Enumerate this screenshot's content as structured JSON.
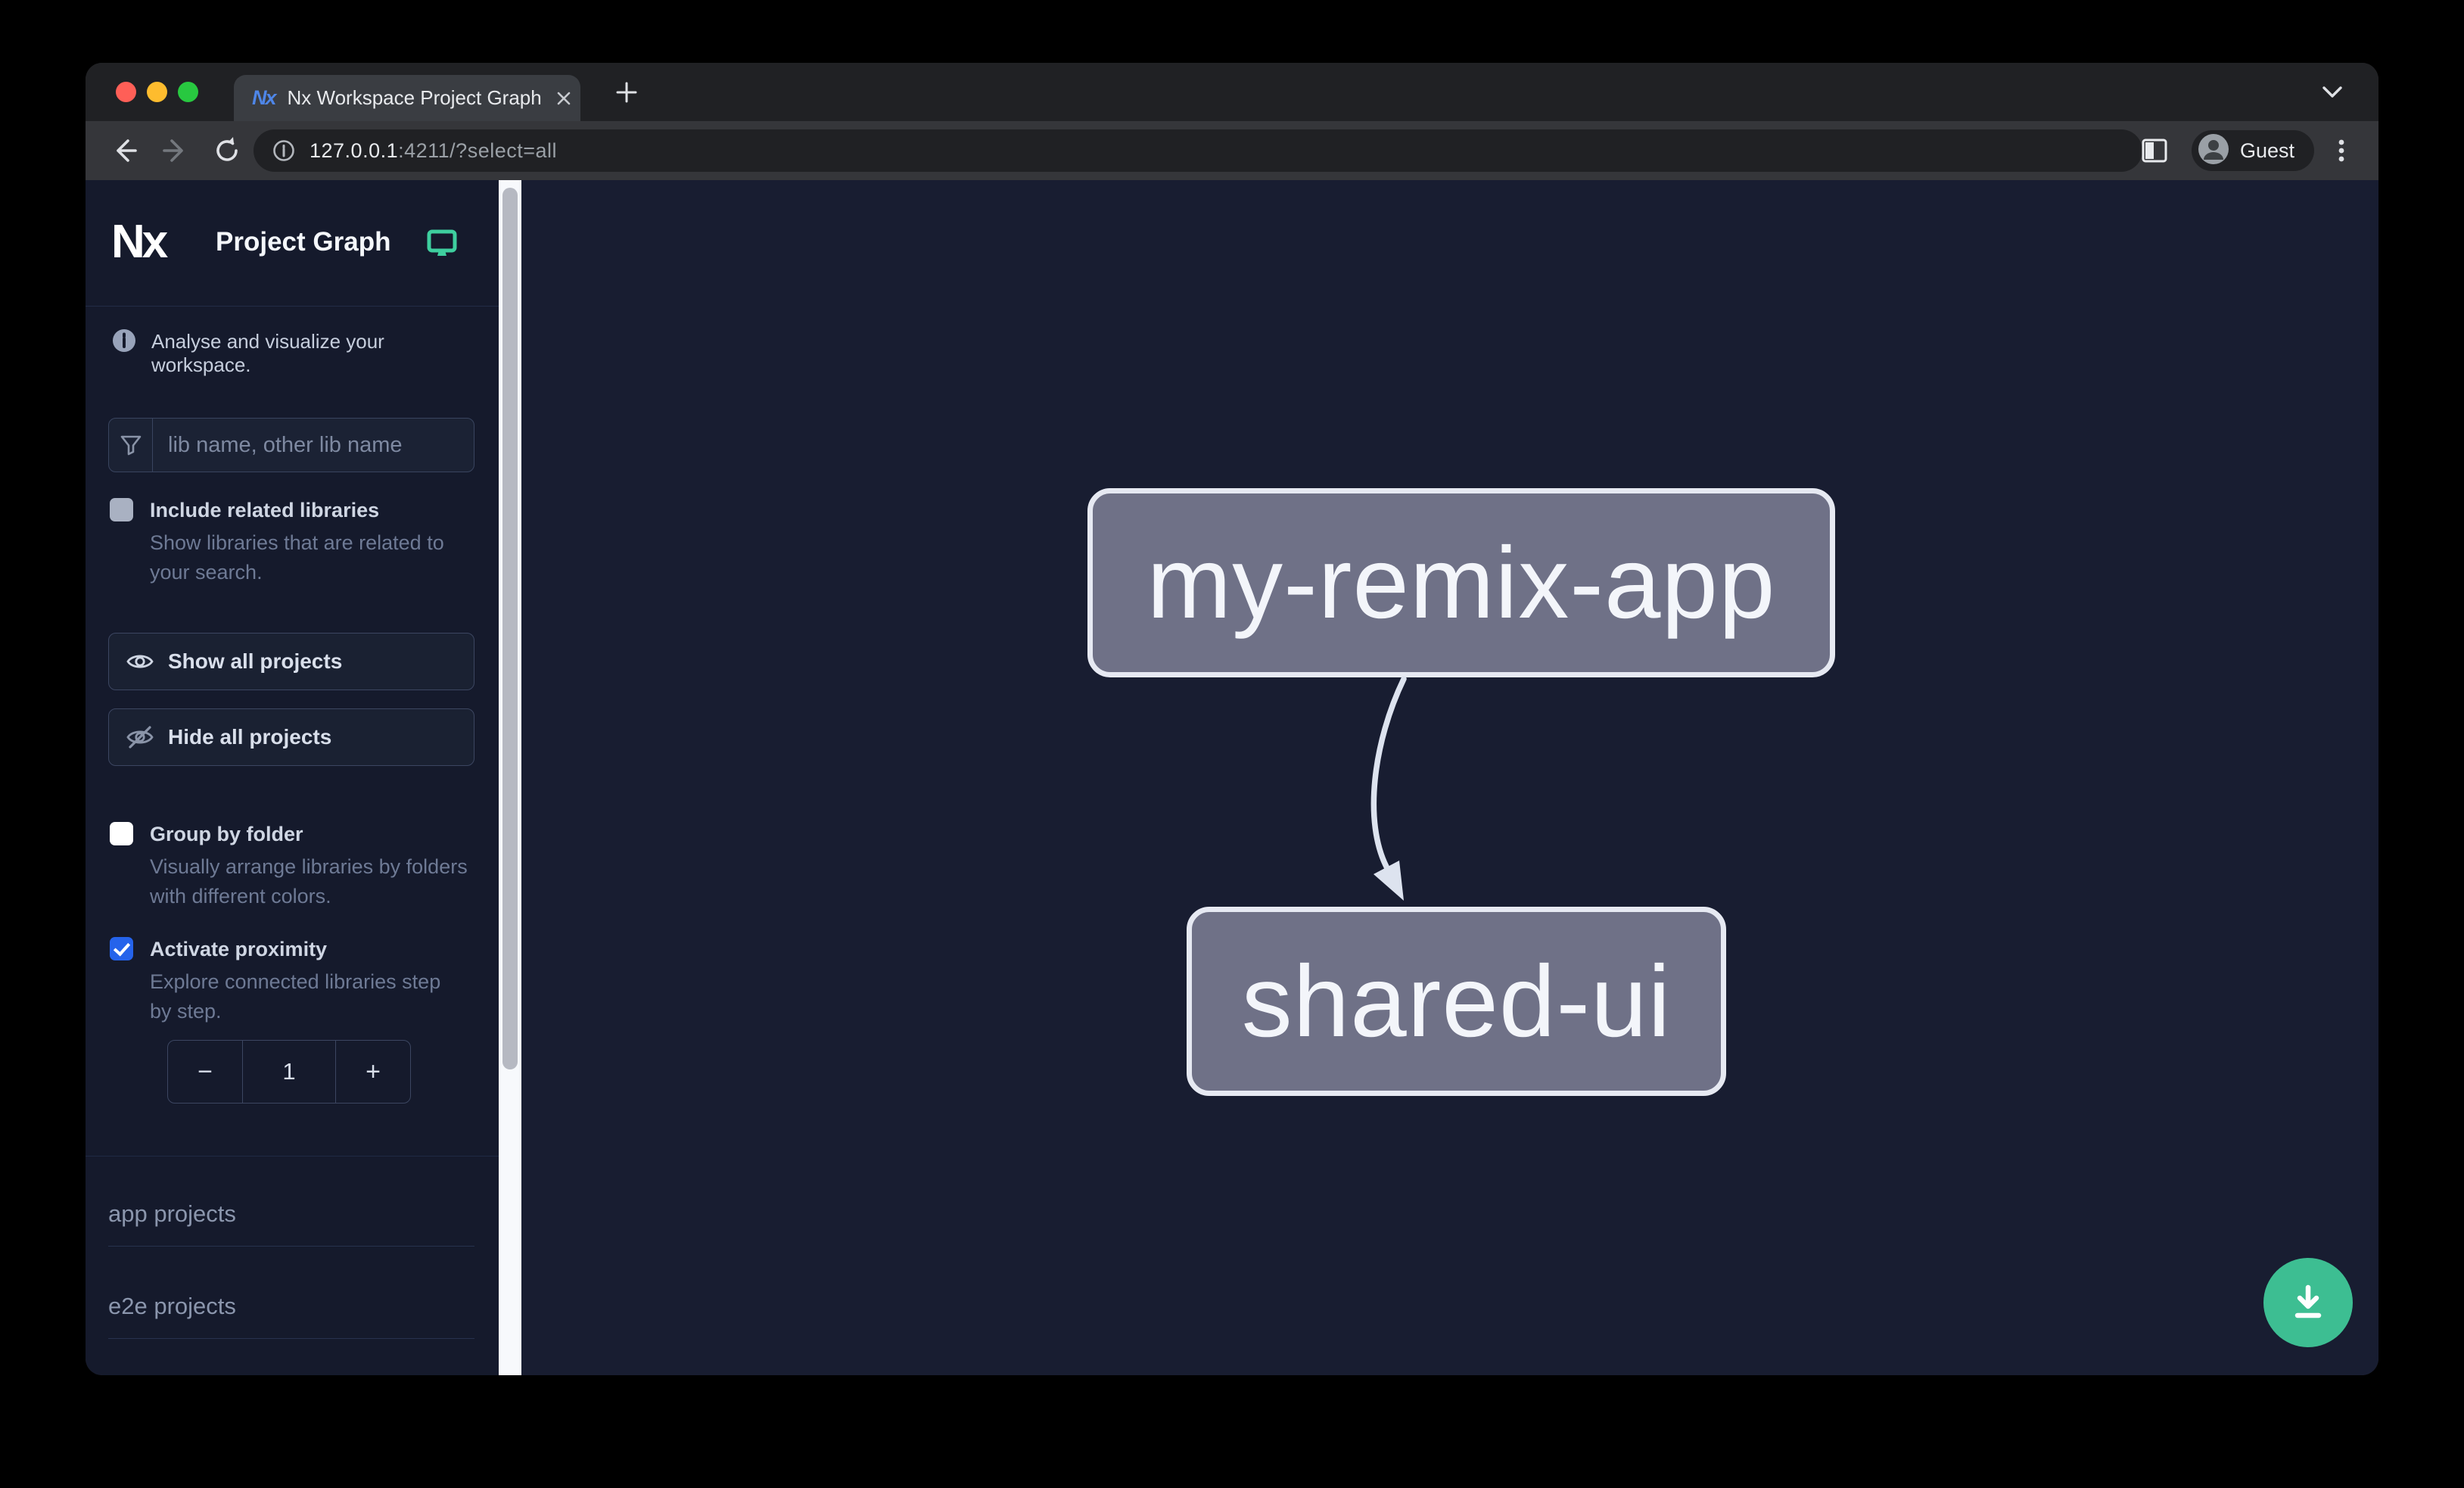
{
  "browser": {
    "tab_title": "Nx Workspace Project Graph",
    "favicon_text": "Nx",
    "url_host": "127.0.0.1",
    "url_rest": ":4211/?select=all",
    "profile_label": "Guest"
  },
  "sidebar": {
    "logo_text": "Nx",
    "title": "Project Graph",
    "tagline": "Analyse and visualize your workspace.",
    "filter_placeholder": "lib name, other lib name",
    "include_related": {
      "label": "Include related libraries",
      "description": "Show libraries that are related to your search.",
      "checked": false
    },
    "show_all_label": "Show all projects",
    "hide_all_label": "Hide all projects",
    "group_by_folder": {
      "label": "Group by folder",
      "description": "Visually arrange libraries by folders with different colors.",
      "checked": false
    },
    "activate_proximity": {
      "label": "Activate proximity",
      "description": "Explore connected libraries step by step.",
      "checked": true
    },
    "stepper": {
      "decrement": "−",
      "value": "1",
      "increment": "+"
    },
    "sections": {
      "apps": "app projects",
      "e2e": "e2e projects"
    }
  },
  "graph": {
    "nodes": [
      {
        "label": "my-remix-app"
      },
      {
        "label": "shared-ui"
      }
    ],
    "edges": [
      {
        "source": "my-remix-app",
        "target": "shared-ui"
      }
    ]
  },
  "colors": {
    "accent_blue": "#2563eb",
    "teal": "#3ecf9f",
    "fab_green": "#3dbe92",
    "node_fill": "#6f7187",
    "node_border": "#e6e9f2",
    "traffic_red": "#ff5f57",
    "traffic_yellow": "#febc2e",
    "traffic_green": "#28c840"
  }
}
